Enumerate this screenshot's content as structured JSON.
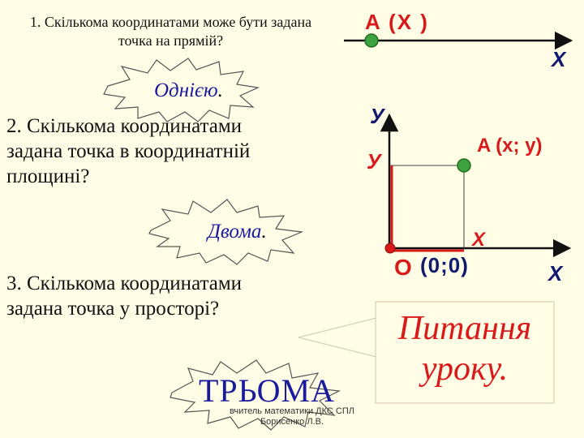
{
  "questions": {
    "q1": "1. Скількома координатами може бути задана точка на прямій?",
    "q2": "2. Скількома координатами задана точка в координатній площині?",
    "q3": "3. Скількома координатами задана точка у просторі?"
  },
  "answers": {
    "a1": "Однією",
    "a2": "Двома",
    "a3": "ТРЬОМА",
    "period": "."
  },
  "line_diagram": {
    "point_label": "A (X )",
    "axis_label": "X"
  },
  "plane_diagram": {
    "y_axis_label": "У",
    "y_projection_label": "У",
    "point_label": "A (x; y)",
    "x_projection_label": "X",
    "origin_letter": "О",
    "origin_coords": "(0;0)",
    "x_axis_label": "Х"
  },
  "lesson_callout": "Питання уроку.",
  "footer": {
    "line1": "вчитель математики ДКС СПЛ",
    "line2": "Борисенко Л.В."
  },
  "colors": {
    "background": "#fffde6",
    "red": "#d81a1a",
    "navy": "#111a6e",
    "green": "#3ea33e",
    "answer_blue": "#1a1a9e"
  }
}
